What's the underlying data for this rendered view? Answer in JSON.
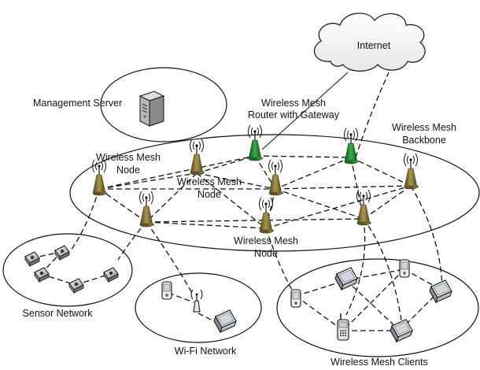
{
  "labels": {
    "internet": "Internet",
    "management_server": "Management Server",
    "router_gateway_line1": "Wireless Mesh",
    "router_gateway_line2": "Router with Gateway",
    "backbone_line1": "Wireless Mesh",
    "backbone_line2": "Backbone",
    "node_left_line1": "Wireless Mesh",
    "node_left_line2": "Node",
    "node_center_line1": "Wireless Mesh",
    "node_center_line2": "Node",
    "node_bottom_line1": "Wireless Mesh",
    "node_bottom_line2": "Node",
    "sensor_network": "Sensor Network",
    "wifi_network": "Wi-Fi Network",
    "mesh_clients": "Wireless Mesh Clients"
  },
  "colors": {
    "mesh_router": "#8a7a3a",
    "gateway_router": "#1f8a2a",
    "line": "#111111"
  }
}
